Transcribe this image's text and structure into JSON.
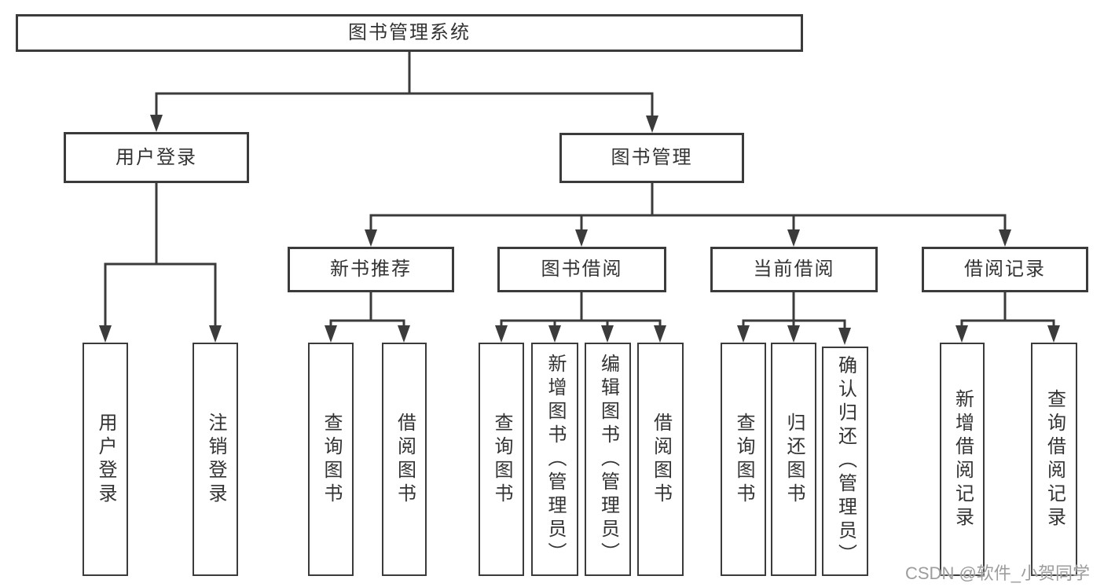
{
  "tree": {
    "root": {
      "label": "图书管理系统",
      "children": [
        {
          "label": "用户登录",
          "children": [
            {
              "label": "用户登录"
            },
            {
              "label": "注销登录"
            }
          ]
        },
        {
          "label": "图书管理",
          "children": [
            {
              "label": "新书推荐",
              "children": [
                {
                  "label": "查询图书"
                },
                {
                  "label": "借阅图书"
                }
              ]
            },
            {
              "label": "图书借阅",
              "children": [
                {
                  "label": "查询图书"
                },
                {
                  "label": "新增图书（管理员）"
                },
                {
                  "label": "编辑图书（管理员）"
                },
                {
                  "label": "借阅图书"
                }
              ]
            },
            {
              "label": "当前借阅",
              "children": [
                {
                  "label": "查询图书"
                },
                {
                  "label": "归还图书"
                },
                {
                  "label": "确认归还（管理员）"
                }
              ]
            },
            {
              "label": "借阅记录",
              "children": [
                {
                  "label": "新增借阅记录"
                },
                {
                  "label": "查询借阅记录"
                }
              ]
            }
          ]
        }
      ]
    }
  },
  "watermark": {
    "text": "CSDN @软件_小贺同学"
  },
  "colors": {
    "line": "#3b3b3b",
    "text": "#333333",
    "watermark": "#9d9d9d",
    "background": "#ffffff"
  }
}
